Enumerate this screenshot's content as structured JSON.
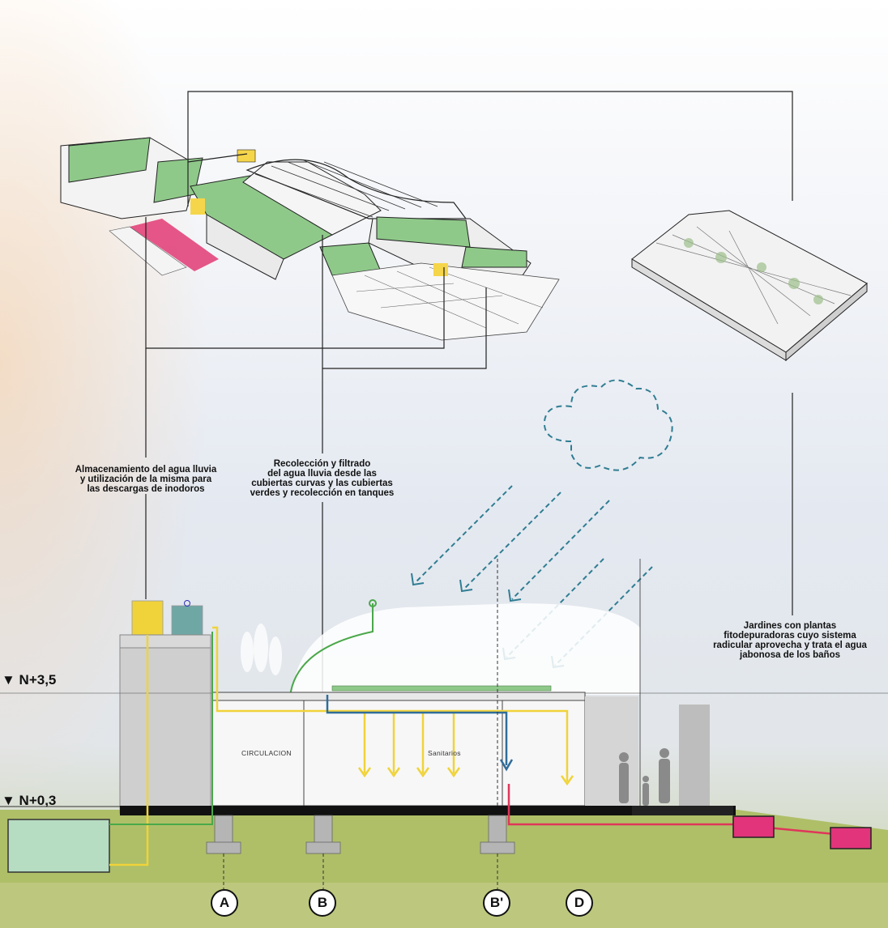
{
  "labels": {
    "rain_storage": "Almacenamiento del agua lluvia\ny utilización de la misma para\nlas descargas de inodoros",
    "rain_collection": "Recolección y filtrado\ndel agua lluvia desde las\ncubiertas curvas y las cubiertas\nverdes y recolección en tanques",
    "gardens": "Jardines con plantas\nfitodepuradoras cuyo sistema\nradicular aprovecha y trata el agua\njabonosa de los baños"
  },
  "levels": {
    "upper": "▼ N+3,5",
    "lower": "▼ N+0,3"
  },
  "rooms": {
    "circulation": "CIRCULACION",
    "restrooms": "Sanitarios"
  },
  "axes": [
    "A",
    "B",
    "B'",
    "D"
  ],
  "colors": {
    "green_roof": "#8fc98a",
    "rain_arrows": "#2f7d92",
    "clean_water": "#f0d33a",
    "grey_water": "#e0365a",
    "tank_water": "#b6dcc2",
    "ground": "#a9bd62",
    "accent_pink": "#e2347a"
  },
  "icons": [
    "rain-cloud-icon",
    "rain-arrow-icon",
    "water-tank-icon",
    "people-silhouette-icon"
  ]
}
